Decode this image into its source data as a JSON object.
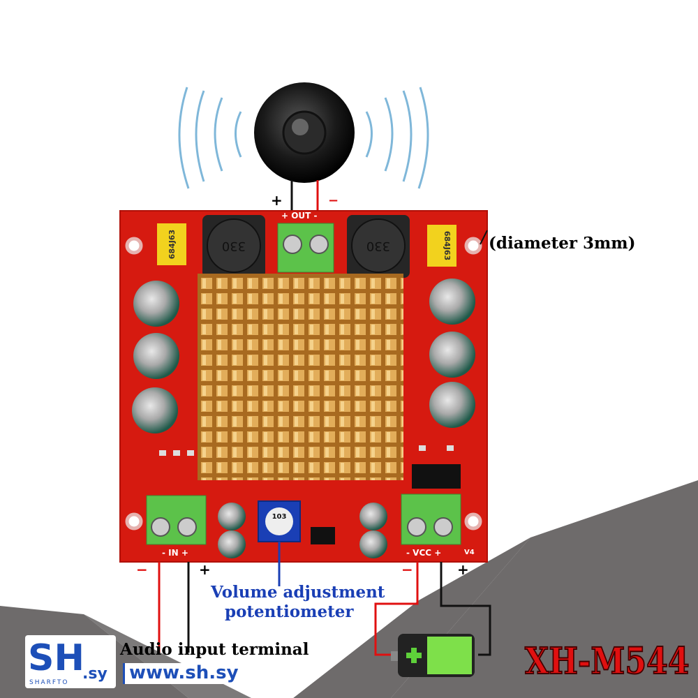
{
  "labels": {
    "out": "+ OUT -",
    "out_plus": "+",
    "out_minus": "−",
    "diameter": "(diameter 3mm)",
    "in": "- IN +",
    "in_minus": "−",
    "in_plus": "+",
    "vcc": "- VCC +",
    "vcc_minus": "−",
    "vcc_plus": "+",
    "v4": "V4",
    "volume_line1": "Volume adjustment",
    "volume_line2": "potentiometer",
    "audio_input": "Audio input terminal",
    "model": "XH-M544",
    "capacitor_code": "684J63",
    "inductor_code": "330",
    "pot_code": "103"
  },
  "logo": {
    "brand": "SH",
    "tld": ".sy",
    "tagline": "SHARFTO",
    "url": "www.sh.sy"
  },
  "colors": {
    "board": "#d61a10",
    "heatsink": "#d9a046",
    "terminal": "#5cc24a",
    "label_blue": "#1a3fb5",
    "model_red": "#e01010",
    "bg_gray": "#6e6b6b"
  }
}
